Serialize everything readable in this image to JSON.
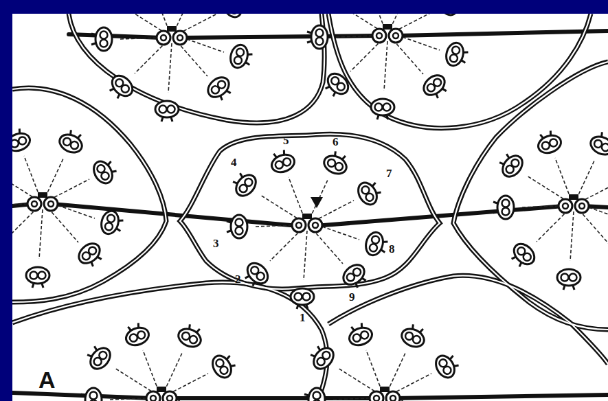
{
  "diagram": {
    "labels": [
      "5",
      "6",
      "4",
      "7",
      "3",
      "8",
      "2",
      "9",
      "1",
      "A"
    ]
  }
}
